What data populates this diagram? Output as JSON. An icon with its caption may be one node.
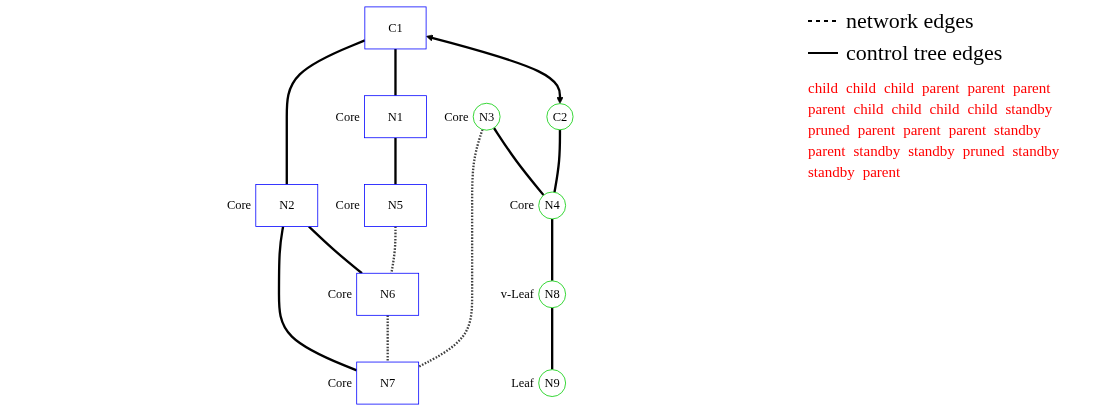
{
  "diagram": {
    "nodes": [
      {
        "text": [
          "C1"
        ]
      },
      {
        "text": [
          "C2"
        ]
      },
      {
        "text": [
          "N1"
        ],
        "beside": [
          "Core"
        ]
      },
      {
        "text": [
          "N2"
        ],
        "beside": [
          "Core"
        ]
      },
      {
        "text": [
          "N3"
        ],
        "beside": [
          "Core"
        ]
      },
      {
        "text": [
          "N4"
        ],
        "beside": [
          "Core"
        ]
      },
      {
        "text": [
          "N5"
        ],
        "beside": [
          "Core"
        ]
      },
      {
        "text": [
          "N6"
        ],
        "beside": [
          "Core"
        ]
      },
      {
        "text": [
          "N7"
        ],
        "beside": [
          "Core"
        ]
      },
      {
        "text": [
          "N8"
        ],
        "beside": [
          "v-Leaf"
        ]
      },
      {
        "text": [
          "N9"
        ],
        "beside": [
          "Leaf"
        ]
      }
    ],
    "edges": [
      {
        "from": 0,
        "to": 1,
        "arrow": "both"
      },
      {
        "from": 0,
        "to": 2,
        "arrow": "none"
      },
      {
        "from": 0,
        "to": 3,
        "arrow": "none"
      },
      {
        "from": 1,
        "to": 5,
        "arrow": "none"
      },
      {
        "from": 2,
        "to": 6,
        "arrow": "none"
      },
      {
        "from": 3,
        "to": 7,
        "arrow": "none"
      },
      {
        "from": 3,
        "to": 8,
        "arrow": "none"
      },
      {
        "from": 4,
        "to": 5,
        "arrow": "none"
      },
      {
        "from": 4,
        "to": 8,
        "arrow": "none",
        "style": "dashed",
        "color": "#404040"
      },
      {
        "from": 5,
        "to": 9,
        "arrow": "none"
      },
      {
        "from": 6,
        "to": 7,
        "arrow": "none",
        "style": "dashed",
        "color": "#404040"
      },
      {
        "from": 7,
        "to": 8,
        "arrow": "none",
        "style": "dashed",
        "color": "#404040"
      },
      {
        "from": 9,
        "to": 10,
        "arrow": "none"
      }
    ],
    "labels": [
      "child",
      "child",
      "child",
      "parent",
      "parent",
      "parent",
      "parent",
      "child",
      "child",
      "child",
      "child",
      "standby",
      "pruned",
      "parent",
      "parent",
      "parent",
      "standby",
      "parent",
      "standby",
      "standby",
      "pruned",
      "standby",
      "standby",
      "parent"
    ],
    "legend": [
      {
        "text": "network edges"
      },
      {
        "text": "control tree edges"
      }
    ]
  }
}
